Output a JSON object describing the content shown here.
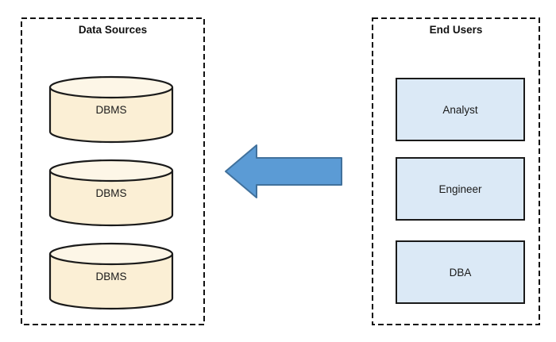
{
  "panels": {
    "data_sources": {
      "title": "Data Sources",
      "items": [
        "DBMS",
        "DBMS",
        "DBMS"
      ]
    },
    "end_users": {
      "title": "End Users",
      "items": [
        "Analyst",
        "Engineer",
        "DBA"
      ]
    }
  },
  "arrow": {
    "direction": "left"
  },
  "colors": {
    "cylinder_body": "#fbefd5",
    "cylinder_top": "#fdf6e7",
    "user_box_fill": "#dbe9f6",
    "arrow_fill": "#5b9bd5",
    "arrow_stroke": "#41719c",
    "outline": "#1a1a1a"
  }
}
